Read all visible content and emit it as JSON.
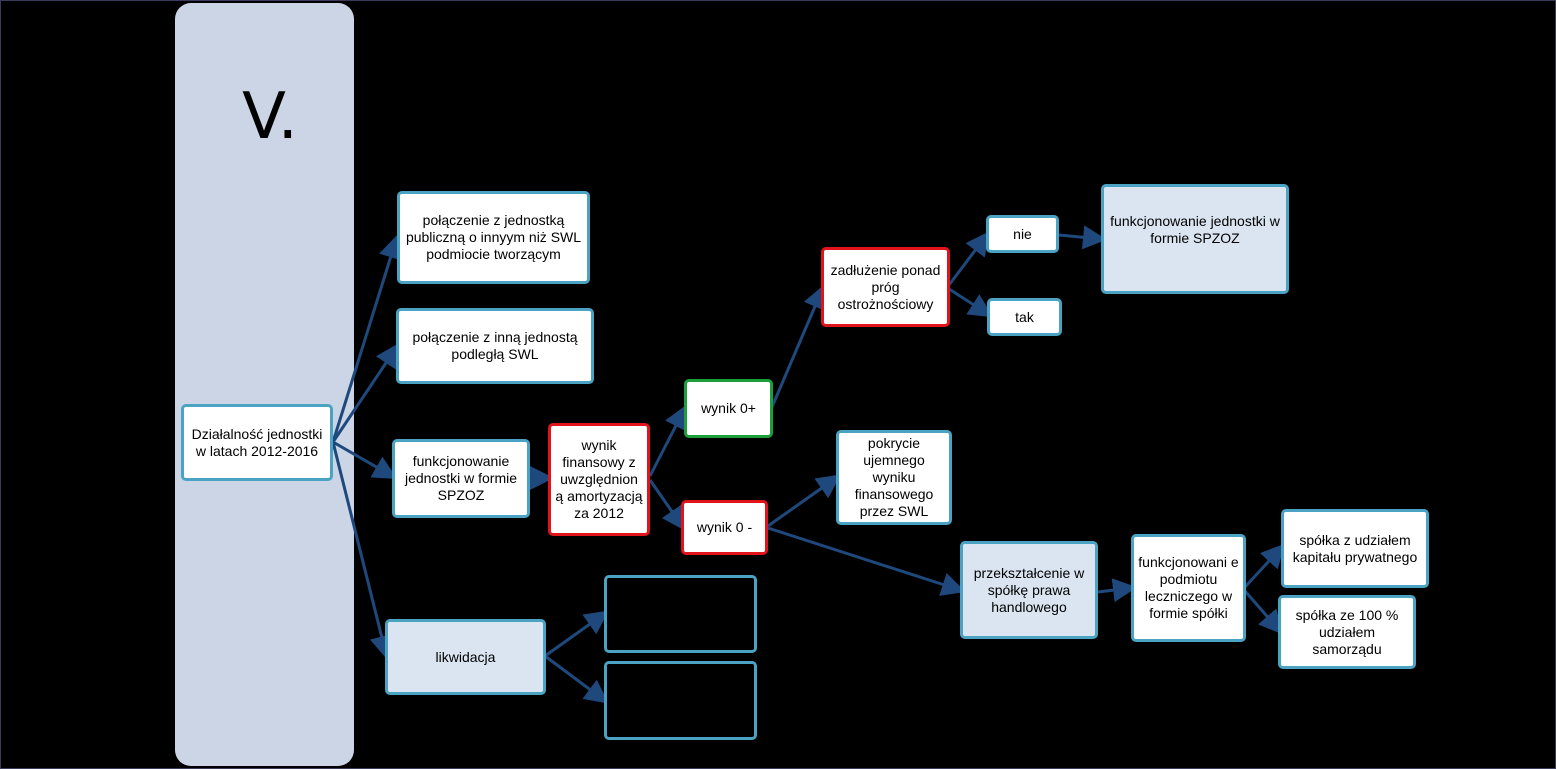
{
  "section_number": "V.",
  "nodes": {
    "root": "Działalność jednostki w latach 2012-2016",
    "merge_public": "połączenie z jednostką publiczną o innyym niż SWL podmiocie tworzącym",
    "merge_swl": "połączenie  z inną jednostą podległą SWL",
    "spzoz_operation": "funkcjonowanie jednostki w formie SPZOZ",
    "liquidation": "likwidacja",
    "financial_result": "wynik finansowy z uwzględnion ą amortyzacją za 2012",
    "result_positive": "wynik 0+",
    "result_negative": "wynik 0 -",
    "debt": "zadłużenie ponad próg ostrożnościowy",
    "no": "nie",
    "yes": "tak",
    "continue_spzoz": "funkcjonowanie jednostki w formie SPZOZ",
    "cover_loss": "pokrycie ujemnego wyniku finansowego przez SWL",
    "transform": "przekształcenie w spółkę prawa handlowego",
    "company_operation": "funkcjonowani e podmiotu leczniczego w formie spółki",
    "private_company": "spółka  z udziałem kapitału prywatnego",
    "municipal_company": "spółka ze 100 % udziałem samorządu",
    "empty_upper": "",
    "empty_lower": ""
  },
  "colors": {
    "background": "#000000",
    "panel": "#ccd5e6",
    "box_border": "#4ba3c3",
    "box_tint": "#dbe5f1",
    "red_border": "#e0141a",
    "green_border": "#1e9e3a",
    "connector": "#1f497d"
  }
}
